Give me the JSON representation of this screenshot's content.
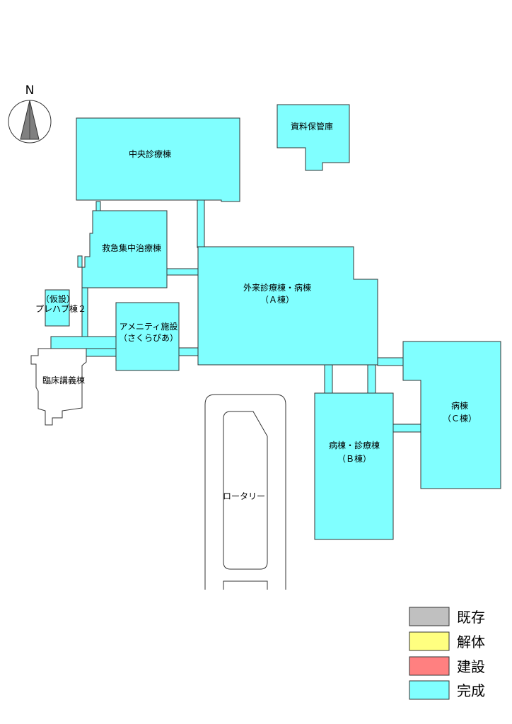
{
  "compass": {
    "north_label": "N"
  },
  "buildings": {
    "central": "中央診療棟",
    "archive": "資料保管庫",
    "emergency": "救急集中治療棟",
    "prefab": [
      "（仮設）",
      "プレハブ棟２"
    ],
    "amenity": [
      "アメニティ施設",
      "（さくらぴあ）"
    ],
    "outpatient": [
      "外来診療棟・病棟",
      "（Ａ棟）"
    ],
    "lecture": "臨床講義棟",
    "ward_c": [
      "病棟",
      "（Ｃ棟）"
    ],
    "ward_b": [
      "病棟・診療棟",
      "（Ｂ棟）"
    ],
    "rotary": "ロータリー"
  },
  "legend": [
    {
      "label": "既存",
      "color": "#c0c0c0"
    },
    {
      "label": "解体",
      "color": "#ffff80"
    },
    {
      "label": "建設",
      "color": "#ff8080"
    },
    {
      "label": "完成",
      "color": "#80ffff"
    }
  ]
}
